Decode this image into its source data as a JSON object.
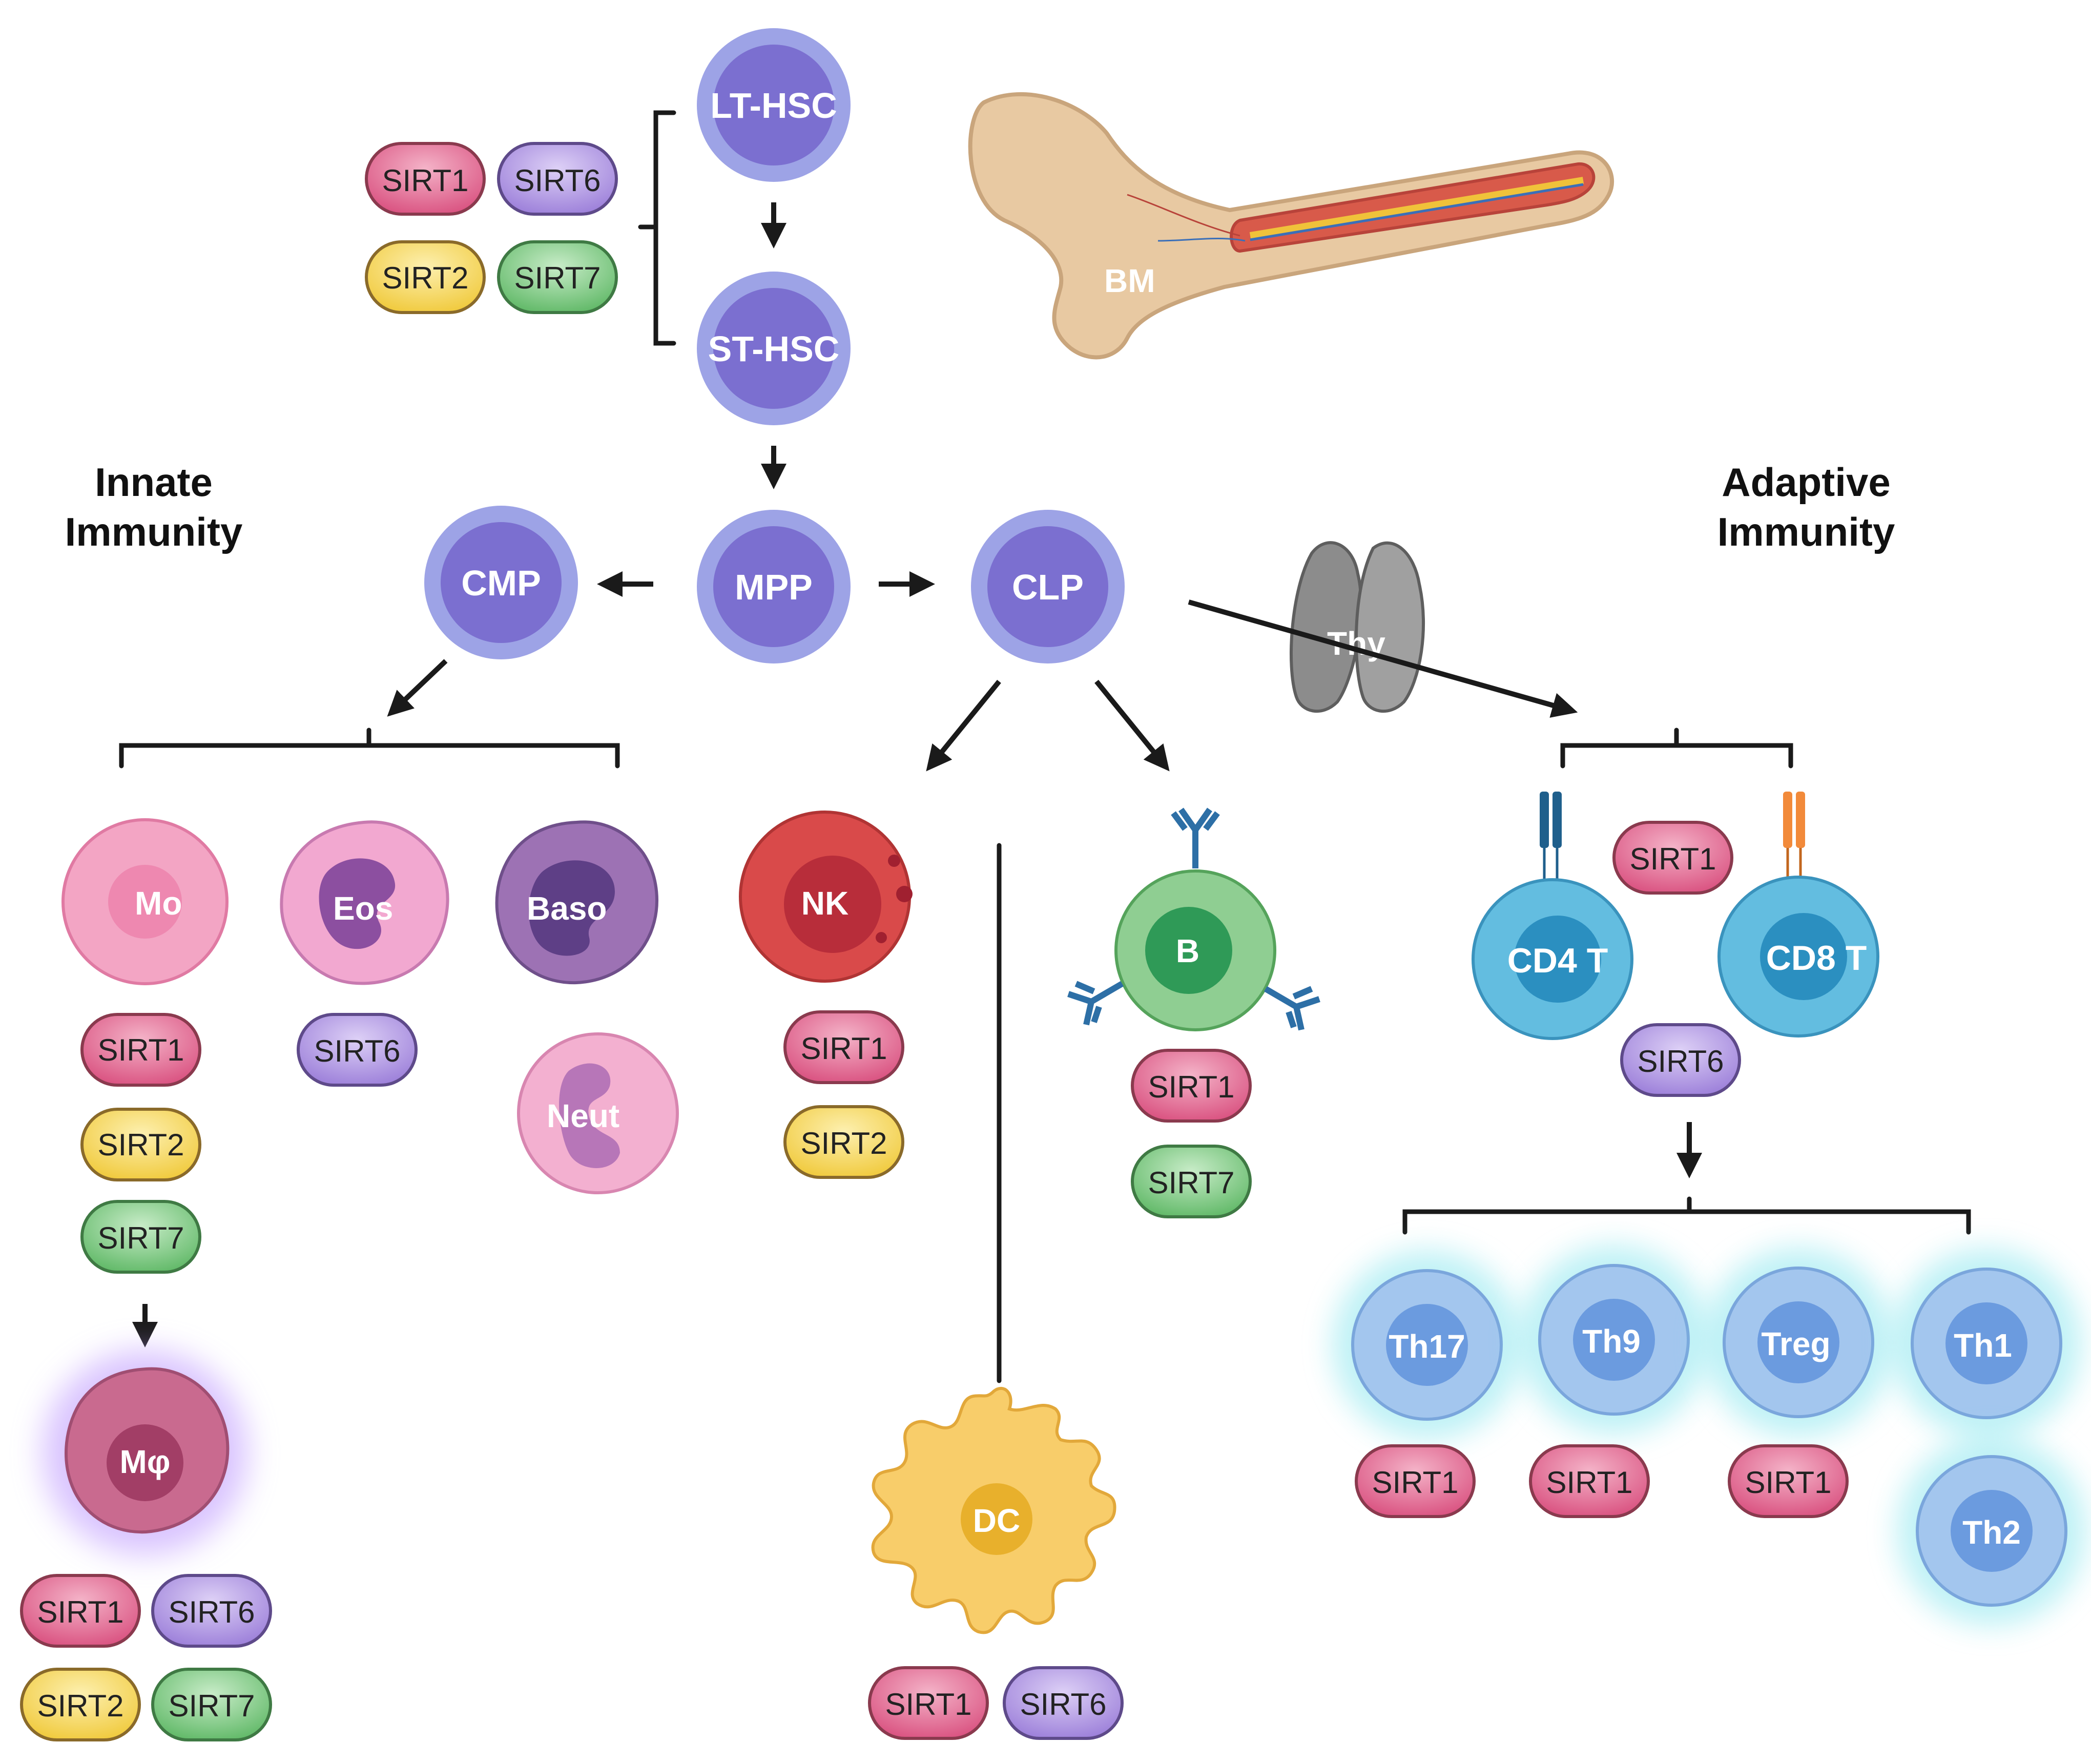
{
  "headings": {
    "innate": [
      "Innate",
      "Immunity"
    ],
    "adaptive": [
      "Adaptive",
      "Immunity"
    ]
  },
  "organs": {
    "bone_marrow": "BM",
    "thymus": "Thy"
  },
  "cells": {
    "lt_hsc": "LT-HSC",
    "st_hsc": "ST-HSC",
    "mpp": "MPP",
    "cmp": "CMP",
    "clp": "CLP",
    "mo": "Mo",
    "eos": "Eos",
    "baso": "Baso",
    "neut": "Neut",
    "mphi": "Mφ",
    "nk": "NK",
    "b": "B",
    "dc": "DC",
    "cd4t": "CD4 T",
    "cd8t": "CD8 T",
    "th17": "Th17",
    "th9": "Th9",
    "treg": "Treg",
    "th1": "Th1",
    "th2": "Th2"
  },
  "sirt_labels": {
    "sirt1": "SIRT1",
    "sirt2": "SIRT2",
    "sirt6": "SIRT6",
    "sirt7": "SIRT7"
  },
  "colors": {
    "sirt1": "#d9507f",
    "sirt2": "#f2cf44",
    "sirt6": "#9b7ed9",
    "sirt7": "#5fb866",
    "stem_cell": "#7b6fd0",
    "t_cell": "#5db7dc",
    "th_subset": "#8fb4e6"
  }
}
